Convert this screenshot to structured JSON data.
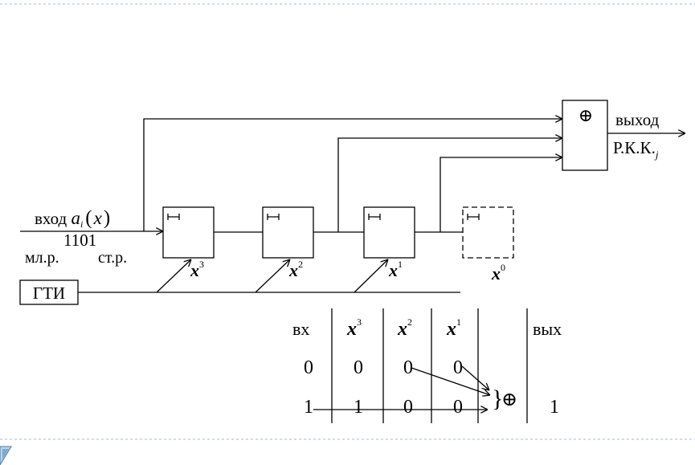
{
  "diagram": {
    "input": {
      "label": "вход",
      "poly_a": "a",
      "poly_i": "i",
      "poly_paren_open": "(",
      "poly_x": "x",
      "poly_paren_close": ")",
      "sequence": "1101",
      "low_order": "мл.р.",
      "high_order": "ст.р."
    },
    "clock": {
      "label": "ГТИ"
    },
    "cells": [
      {
        "var": "x",
        "exp": "3",
        "dashed": false
      },
      {
        "var": "x",
        "exp": "2",
        "dashed": false
      },
      {
        "var": "x",
        "exp": "1",
        "dashed": false
      },
      {
        "var": "x",
        "exp": "0",
        "dashed": true
      }
    ],
    "xor": {
      "symbol": "⊕"
    },
    "output": {
      "label": "выход",
      "code": "Р.К.К.",
      "code_sub": "j"
    }
  },
  "table": {
    "headers": {
      "in": "вх",
      "x3": {
        "var": "x",
        "exp": "3"
      },
      "x2": {
        "var": "x",
        "exp": "2"
      },
      "x1": {
        "var": "x",
        "exp": "1"
      },
      "out": "вых"
    },
    "rows": [
      {
        "in": "0",
        "x3": "0",
        "x2": "0",
        "x1": "0",
        "out": ""
      },
      {
        "in": "1",
        "x3": "1",
        "x2": "0",
        "x1": "0",
        "out": "1"
      }
    ],
    "brace": "}",
    "xor": "⊕"
  }
}
